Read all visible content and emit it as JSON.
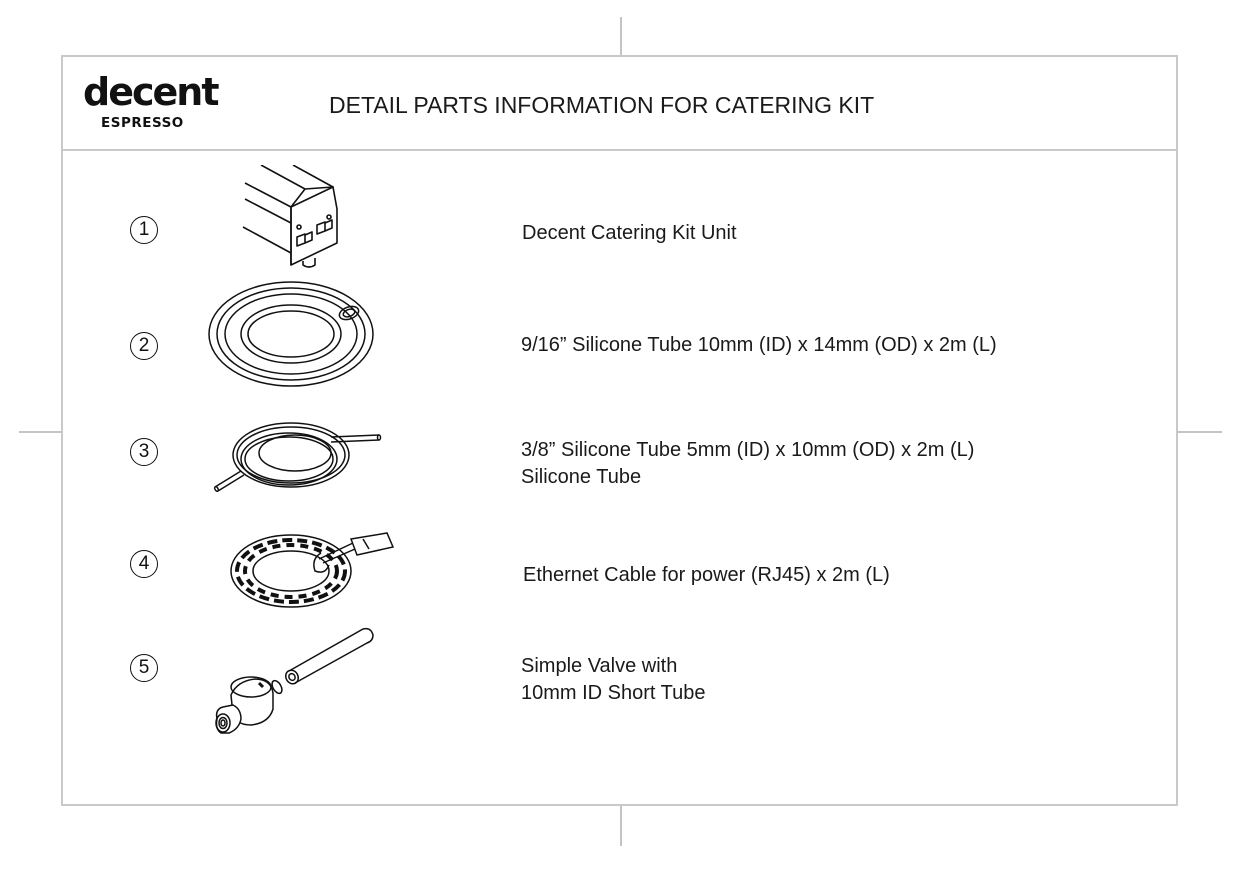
{
  "brand": {
    "name": "decent",
    "subtitle": "ESPRESSO"
  },
  "header": {
    "title": "DETAIL PARTS INFORMATION FOR CATERING KIT"
  },
  "parts": [
    {
      "number": "1",
      "icon": "catering-kit-unit-icon",
      "lines": [
        "Decent Catering Kit Unit"
      ]
    },
    {
      "number": "2",
      "icon": "large-silicone-tube-coil-icon",
      "lines": [
        "9/16” Silicone Tube 10mm (ID) x 14mm (OD) x 2m (L)"
      ]
    },
    {
      "number": "3",
      "icon": "small-silicone-tube-coil-icon",
      "lines": [
        "3/8” Silicone Tube 5mm (ID) x 10mm (OD) x 2m (L)",
        "Silicone Tube"
      ]
    },
    {
      "number": "4",
      "icon": "ethernet-cable-icon",
      "lines": [
        "Ethernet Cable for power (RJ45) x 2m (L)"
      ]
    },
    {
      "number": "5",
      "icon": "simple-valve-icon",
      "lines": [
        "Simple Valve with",
        "10mm ID Short Tube"
      ]
    }
  ]
}
